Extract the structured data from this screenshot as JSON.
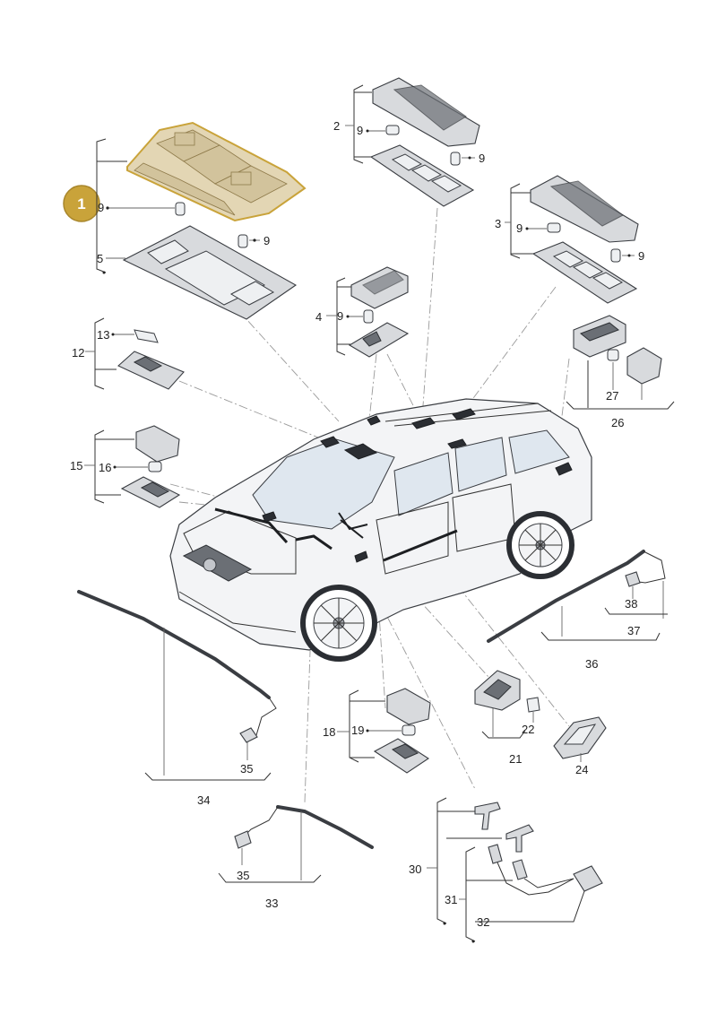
{
  "highlight": {
    "badge_number": "1",
    "badge_fill": "#c9a33a",
    "highlight_fill": "#e3d6b4"
  },
  "callouts": {
    "c1_9": "9",
    "c1_9b": "9",
    "c1_5": "5",
    "c2": "2",
    "c2_9a": "9",
    "c2_9b": "9",
    "c3": "3",
    "c3_9a": "9",
    "c3_9b": "9",
    "c4": "4",
    "c4_9": "9",
    "c12": "12",
    "c13": "13",
    "c15": "15",
    "c16": "16",
    "c26": "26",
    "c27": "27",
    "c18": "18",
    "c19": "19",
    "c21": "21",
    "c22": "22",
    "c24": "24",
    "c34": "34",
    "c35a": "35",
    "c33": "33",
    "c35b": "35",
    "c36": "36",
    "c37": "37",
    "c38": "38",
    "c30": "30",
    "c31": "31",
    "c32": "32"
  }
}
